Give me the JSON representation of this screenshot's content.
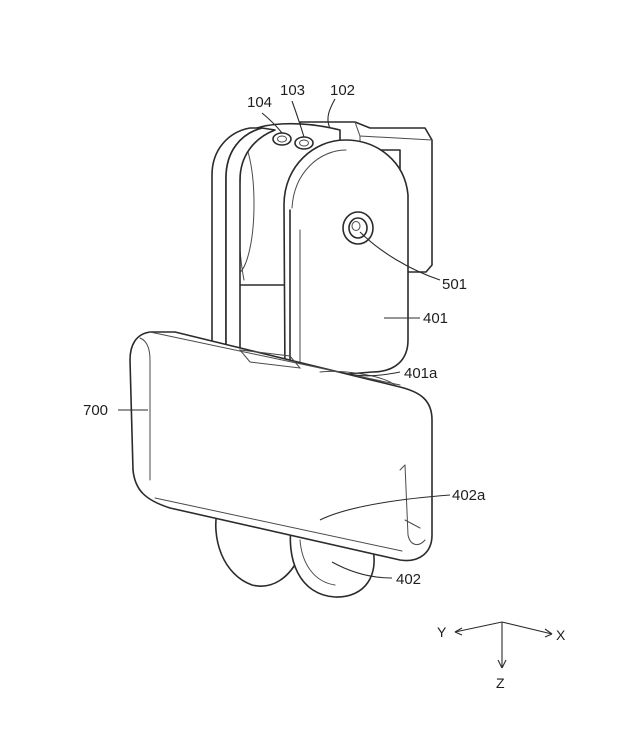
{
  "labels": {
    "l104": "104",
    "l103": "103",
    "l102": "102",
    "l501": "501",
    "l401": "401",
    "l401a": "401a",
    "l700": "700",
    "l402a": "402a",
    "l402": "402"
  },
  "axes": {
    "x": "X",
    "y": "Y",
    "z": "Z"
  }
}
